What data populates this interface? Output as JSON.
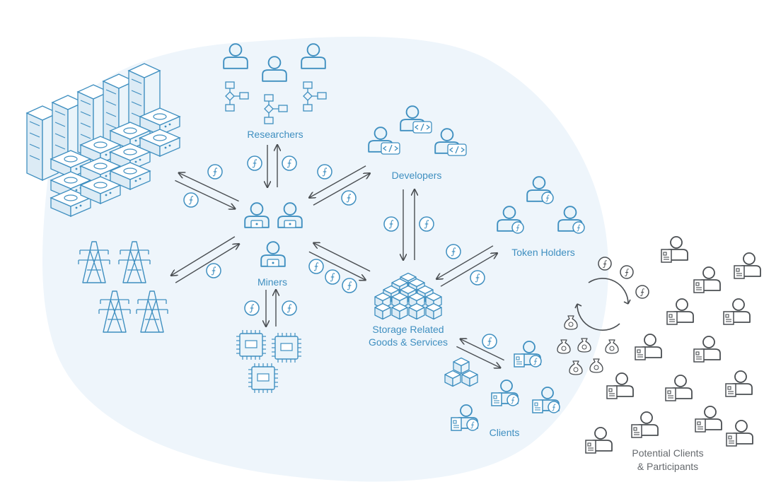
{
  "labels": {
    "researchers": "Researchers",
    "developers": "Developers",
    "token_holders": "Token Holders",
    "miners": "Miners",
    "storage_line1": "Storage Related",
    "storage_line2": "Goods & Services",
    "clients": "Clients",
    "potential_line1": "Potential Clients",
    "potential_line2": "& Participants"
  },
  "coin_symbol": "⨍",
  "colors": {
    "blue": "#3f8fc0",
    "blue_fill": "#eaf4fa",
    "blob": "#eef5fb",
    "gray": "#4a4e52",
    "arrow": "#4a4e52"
  }
}
